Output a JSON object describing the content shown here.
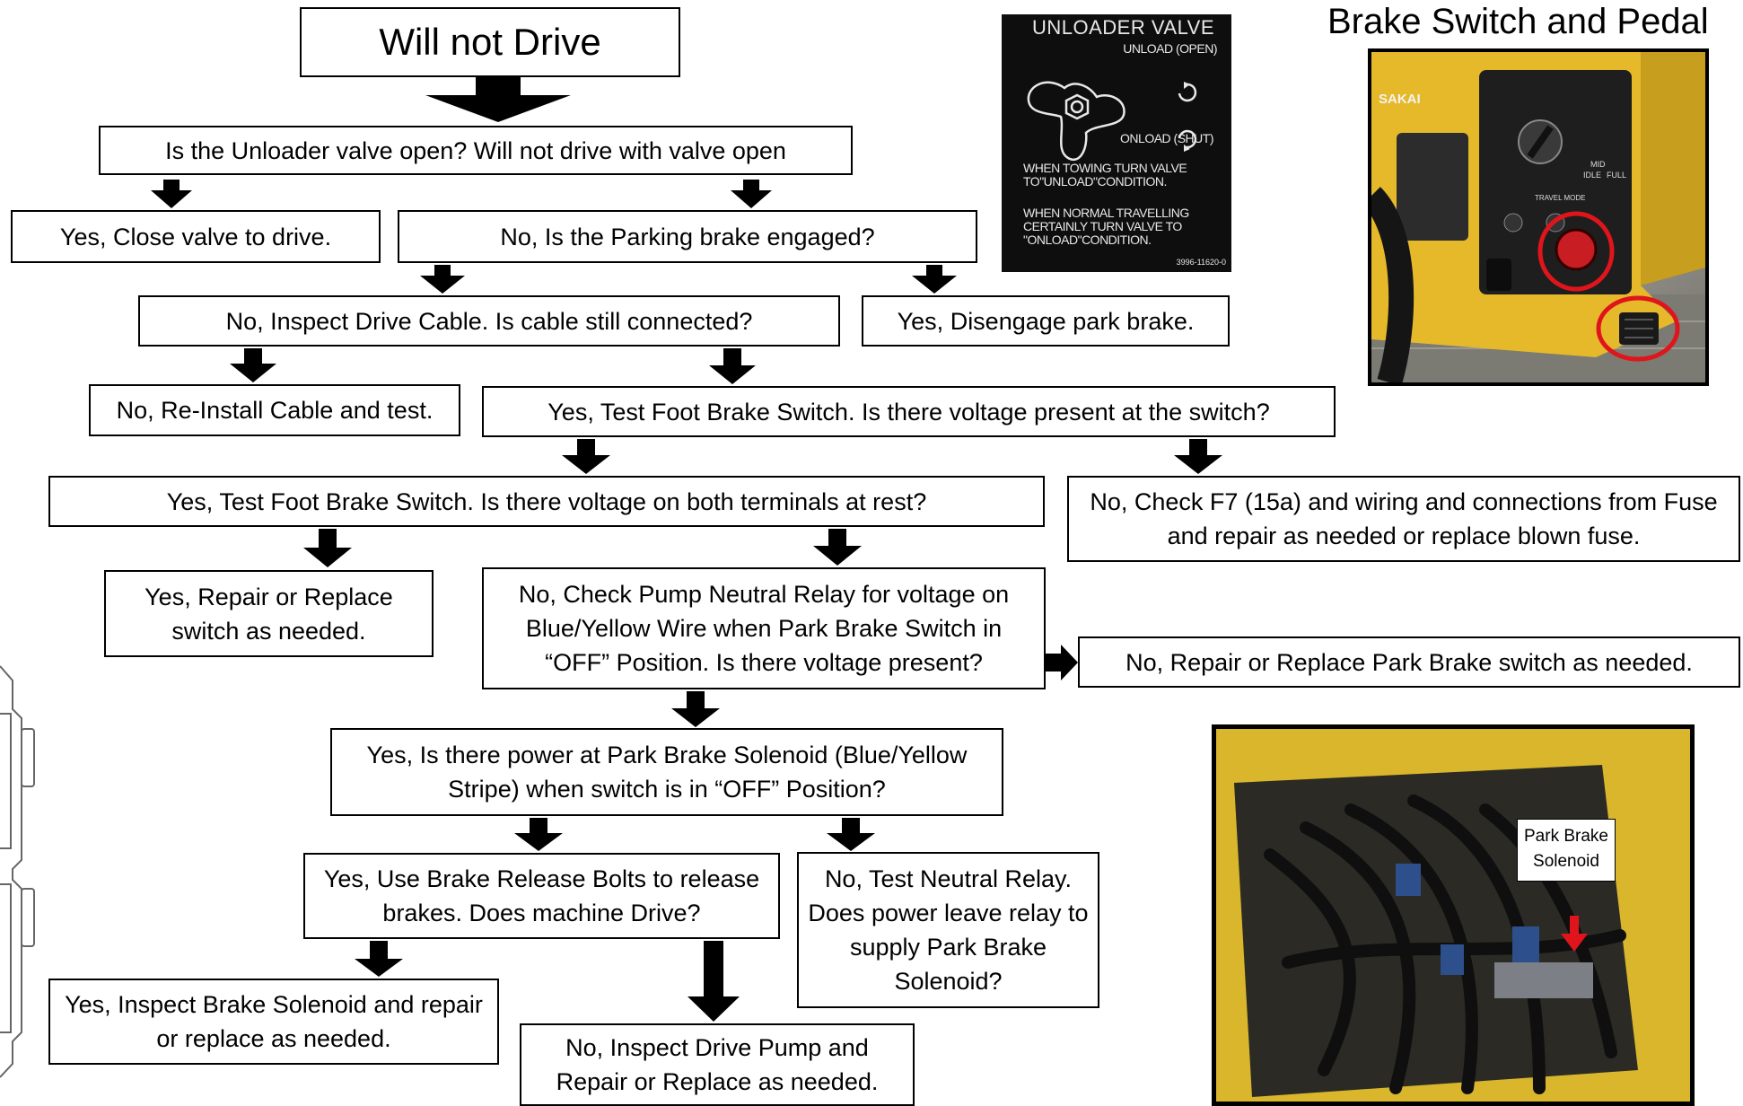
{
  "flowchart": {
    "title": "Will not Drive",
    "nodes": {
      "unloader_q": "Is the Unloader valve open?  Will not drive with valve open",
      "close_valve": "Yes, Close valve to drive.",
      "parking_q": "No, Is the Parking brake engaged?",
      "cable_q": "No, Inspect Drive Cable.  Is cable still connected?",
      "disengage": "Yes, Disengage park brake.",
      "reinstall": "No, Re-Install Cable and test.",
      "voltage_switch_q": "Yes, Test Foot Brake Switch.  Is there voltage present at the switch?",
      "terminals_q": "Yes, Test Foot Brake Switch.  Is there voltage on both terminals at rest?",
      "check_f7": "No, Check F7 (15a) and wiring and connections from Fuse and repair as needed or replace blown fuse.",
      "replace_switch": "Yes, Repair or Replace switch as needed.",
      "relay_q": "No, Check Pump Neutral Relay for voltage on Blue/Yellow Wire when Park  Brake Switch in “OFF” Position.  Is there voltage present?",
      "replace_park_switch": "No, Repair or Replace Park Brake switch as needed.",
      "solenoid_power_q": "Yes, Is there power at Park Brake Solenoid (Blue/Yellow Stripe) when switch is in “OFF” Position?",
      "release_bolts_q": "Yes, Use Brake Release Bolts to release brakes.  Does machine Drive?",
      "neutral_relay_q": "No, Test Neutral Relay. Does power leave relay to supply Park Brake Solenoid?",
      "inspect_solenoid": "Yes, Inspect Brake Solenoid and repair or replace as needed.",
      "inspect_pump": "No, Inspect Drive Pump and Repair or Replace as needed."
    }
  },
  "unloader_decal": {
    "title": "UNLOADER VALVE",
    "unload": "UNLOAD (OPEN)",
    "onload": "ONLOAD (SHUT)",
    "towing_line1": "WHEN TOWING TURN VALVE",
    "towing_line2": "TO\"UNLOAD\"CONDITION.",
    "normal_line1": "WHEN NORMAL TRAVELLING",
    "normal_line2": "CERTAINLY TURN VALVE TO",
    "normal_line3": "\"ONLOAD\"CONDITION.",
    "part_no": "3996-11620-0"
  },
  "brake_photo": {
    "caption": "Brake Switch and Pedal",
    "brand": "SAKAI",
    "panel_labels": [
      "IDLE",
      "MID",
      "FULL",
      "TRAVEL MODE"
    ],
    "highlight_color": "#e0151b"
  },
  "solenoid_photo": {
    "label": "Park Brake Solenoid",
    "pointer_color": "#e0151b"
  }
}
